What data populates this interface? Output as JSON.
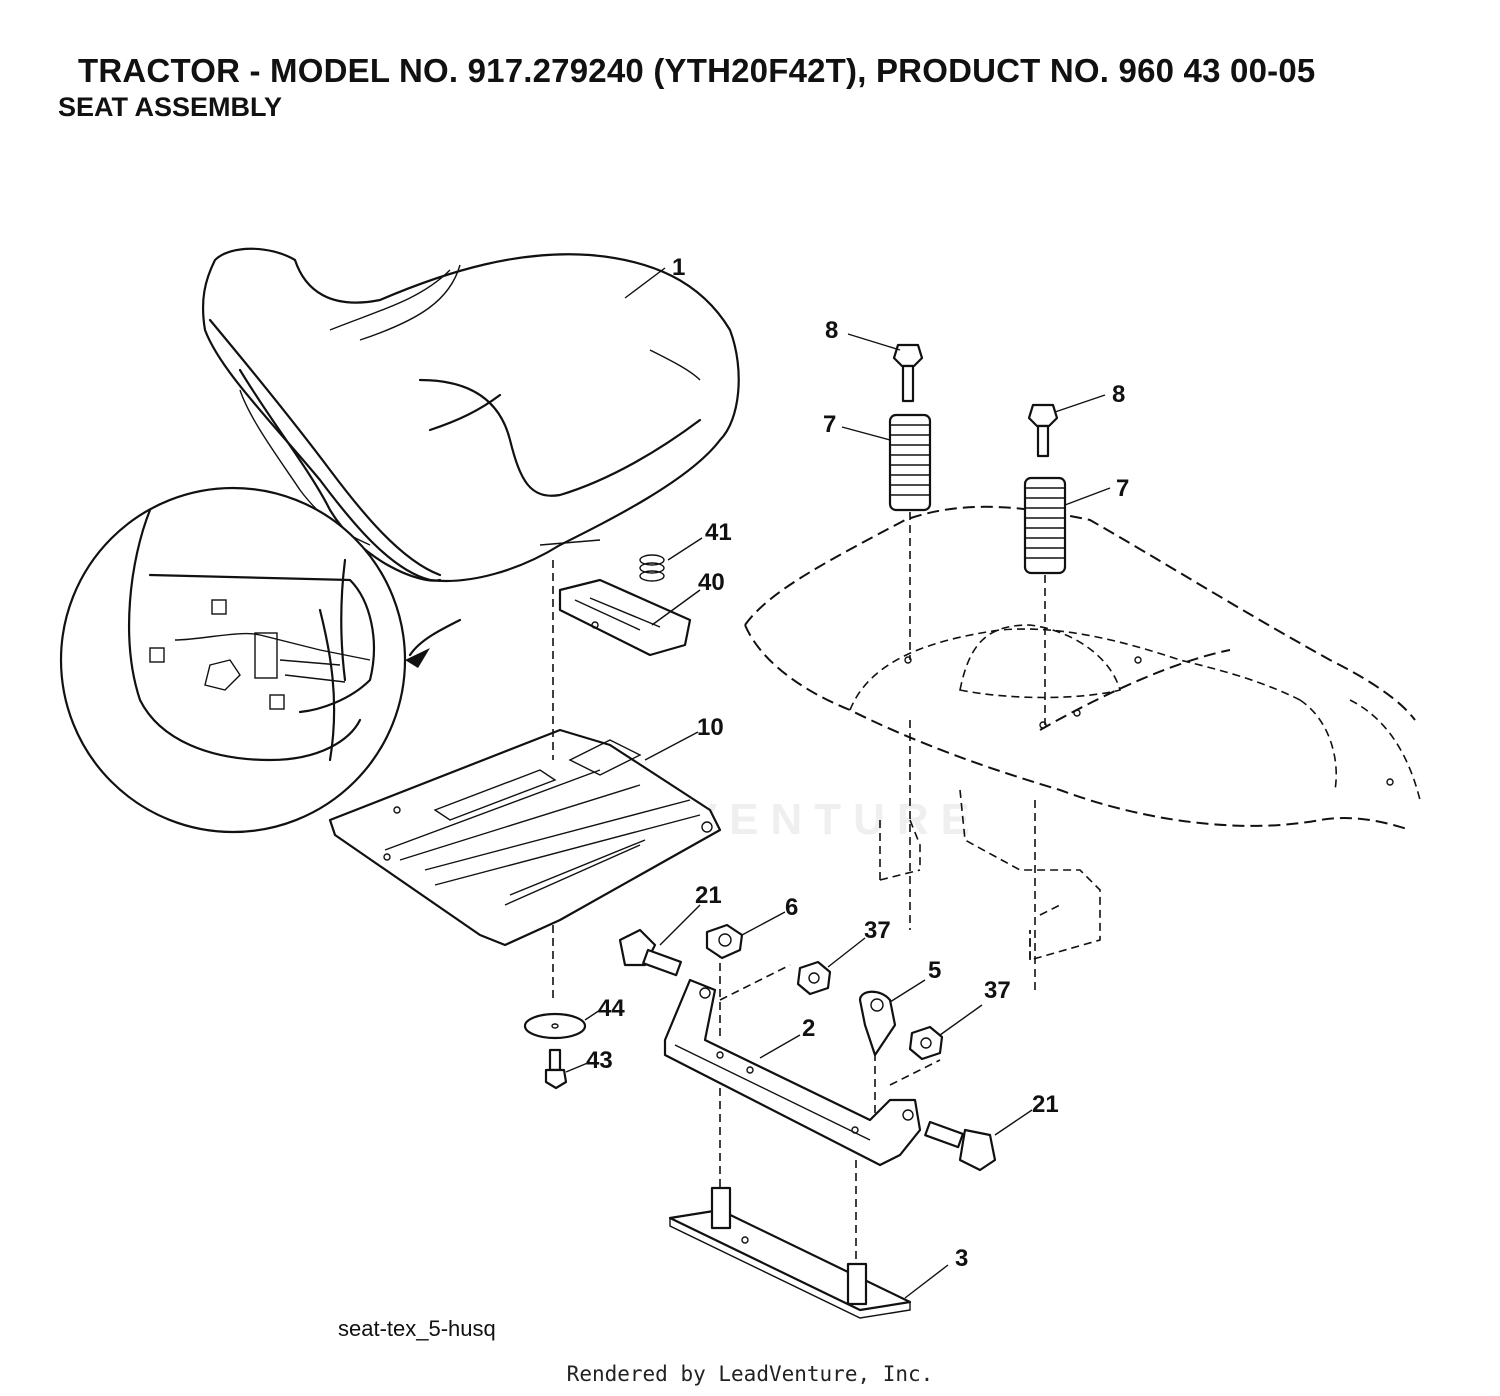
{
  "header": {
    "title": "TRACTOR - MODEL NO. 917.279240 (YTH20F42T), PRODUCT NO. 960 43 00-05",
    "subtitle": "SEAT ASSEMBLY"
  },
  "diagram": {
    "reference": "seat-tex_5-husq",
    "watermark": "LEADVENTURE",
    "parts": {
      "p1": "1",
      "p8a": "8",
      "p8b": "8",
      "p7a": "7",
      "p7b": "7",
      "p41": "41",
      "p40": "40",
      "p10": "10",
      "p21a": "21",
      "p6": "6",
      "p37a": "37",
      "p5": "5",
      "p37b": "37",
      "p2": "2",
      "p44": "44",
      "p43": "43",
      "p21b": "21",
      "p3": "3"
    }
  },
  "footer": {
    "rendered_by": "Rendered by LeadVenture, Inc."
  }
}
